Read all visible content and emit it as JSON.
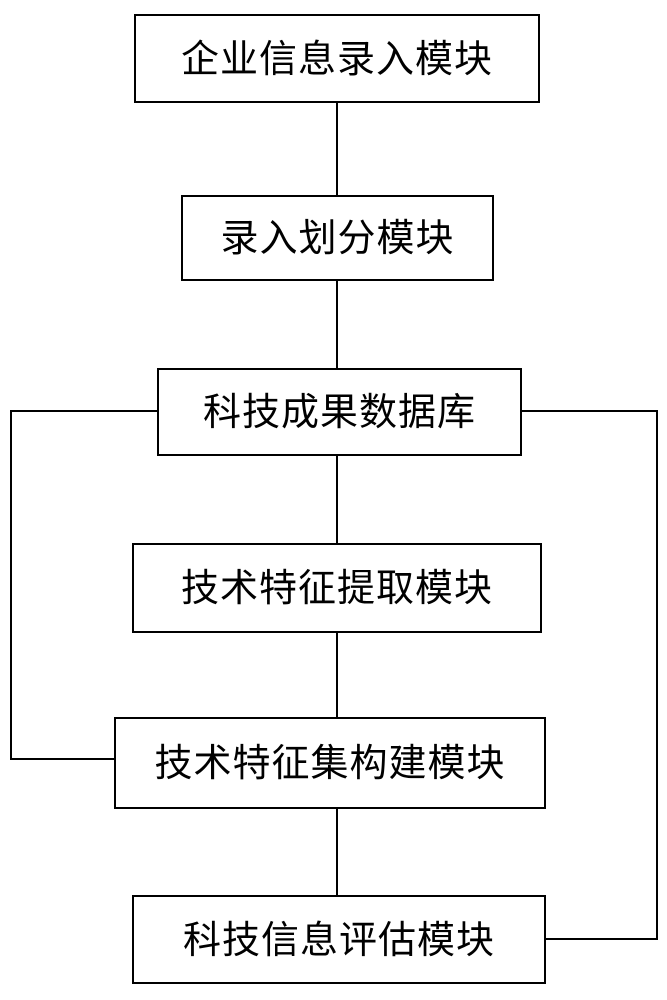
{
  "nodes": {
    "n1": "企业信息录入模块",
    "n2": "录入划分模块",
    "n3": "科技成果数据库",
    "n4": "技术特征提取模块",
    "n5": "技术特征集构建模块",
    "n6": "科技信息评估模块"
  }
}
